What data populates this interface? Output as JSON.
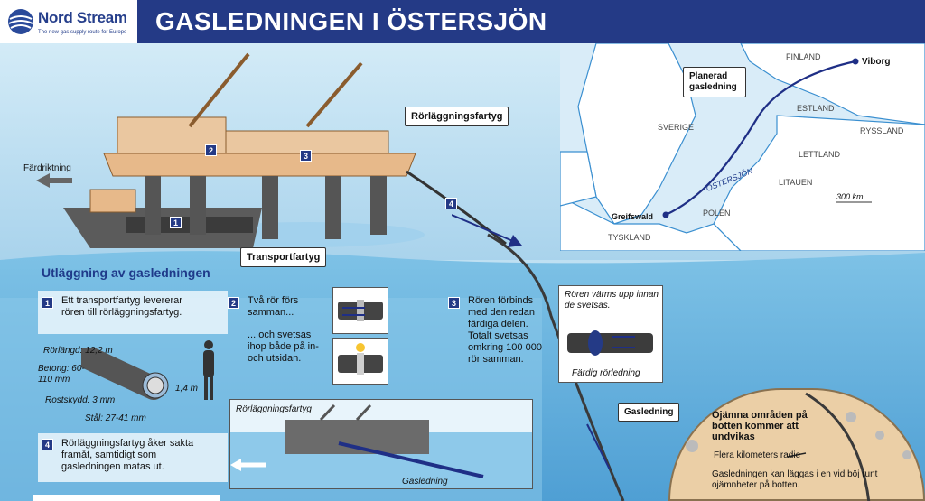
{
  "header": {
    "brand": "Nord Stream",
    "tagline": "The new gas supply route for Europe",
    "title": "GASLEDNINGEN I ÖSTERSJÖN"
  },
  "scene": {
    "pipelay_vessel_label": "Rörläggningsfartyg",
    "transport_vessel_label": "Transportfartyg",
    "direction_label": "Färdriktning",
    "badges": [
      "1",
      "2",
      "3",
      "4"
    ]
  },
  "map": {
    "planned_label": "Planerad gasledning",
    "countries": {
      "finland": "FINLAND",
      "sverige": "SVERIGE",
      "estland": "ESTLAND",
      "ryssland": "RYSSLAND",
      "lettland": "LETTLAND",
      "litauen": "LITAUEN",
      "polen": "POLEN",
      "tyskland": "TYSKLAND"
    },
    "sea": "ÖSTERSJÖN",
    "start_city": "Greifswald",
    "end_city": "Viborg",
    "scale": "300 km"
  },
  "process": {
    "section_title": "Utläggning av gasledningen",
    "step1": {
      "num": "1",
      "text": "Ett transportfartyg levererar rören till rörläggningsfartyg."
    },
    "step2": {
      "num": "2",
      "text_a": "Två rör förs samman...",
      "text_b": "... och svetsas ihop både på in- och utsidan."
    },
    "step3": {
      "num": "3",
      "text": "Rören förbinds med den redan färdiga delen. Totalt svetsas omkring 100 000 rör samman."
    },
    "step3_panel": {
      "top": "Rören värms upp innan de svetsas.",
      "bottom": "Färdig rörledning"
    },
    "step4": {
      "num": "4",
      "text": "Rörläggningsfartyg åker sakta framåt, samtidigt som gasledningen matas ut."
    }
  },
  "pipe_specs": {
    "length": "Rörlängd: 12,2 m",
    "concrete": "Betong: 60-110 mm",
    "rust": "Rostskydd: 3 mm",
    "steel": "Stål: 27-41 mm",
    "diameter": "1,4 m"
  },
  "lower_panel": {
    "vessel_label": "Rörläggningsfartyg",
    "pipe_label": "Gasledning"
  },
  "seabed": {
    "pipe_callout": "Gasledning",
    "title": "Ojämna områden på botten kommer att undvikas",
    "radius": "Flera kilometers radie",
    "note": "Gasledningen kan läggas i en vid böj runt ojämnheter på botten."
  },
  "colors": {
    "header_blue": "#243a86",
    "water_light": "#bfe0f2",
    "pipe_blue": "#1f2f86",
    "ship_tan": "#e7b98a",
    "seabed_tan": "#ebcfa6"
  }
}
